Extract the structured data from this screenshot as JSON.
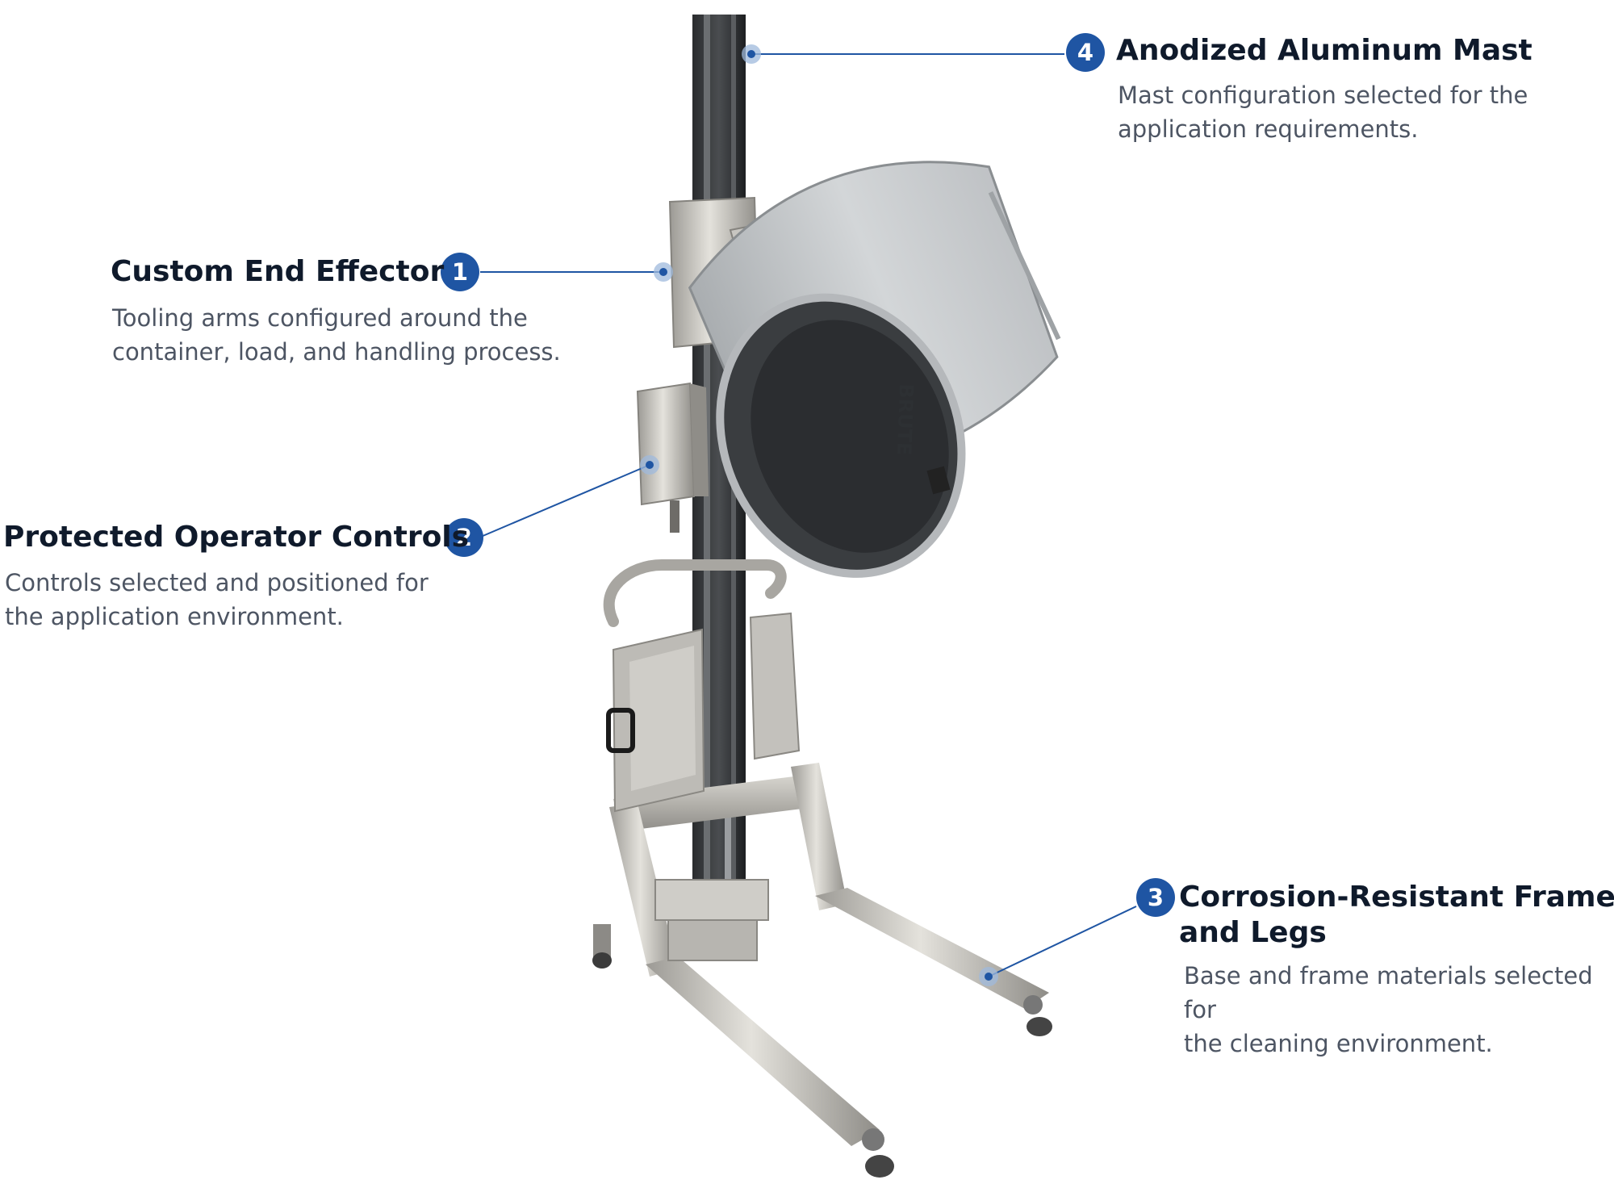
{
  "callouts": [
    {
      "number": "1",
      "title": "Custom End Effector",
      "desc_lines": [
        "Tooling arms configured around the",
        "container, load, and handling process."
      ]
    },
    {
      "number": "2",
      "title": "Protected Operator Controls",
      "desc_lines": [
        "Controls selected and positioned for",
        "the application environment."
      ]
    },
    {
      "number": "3",
      "title_lines": [
        "Corrosion-Resistant Frame",
        "and Legs"
      ],
      "desc_lines": [
        "Base and frame materials selected for",
        "the cleaning environment."
      ]
    },
    {
      "number": "4",
      "title": "Anodized Aluminum Mast",
      "desc_lines": [
        "Mast configuration selected for the",
        "application requirements."
      ]
    }
  ],
  "product": {
    "drum_brand": "BRUTE"
  },
  "colors": {
    "badge": "#1f55a3",
    "leader_line": "#1f55a3",
    "title_text": "#0f1a2b",
    "desc_text": "#4d5563"
  }
}
